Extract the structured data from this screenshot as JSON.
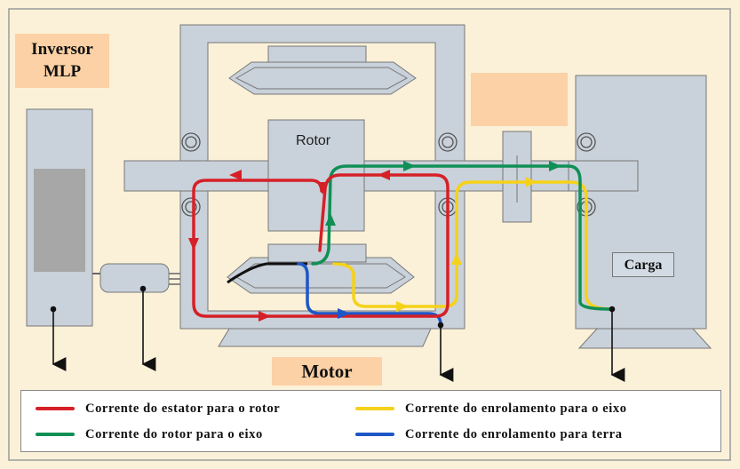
{
  "labels": {
    "inverter_line1": "Inversor",
    "inverter_line2": "MLP",
    "rotor": "Rotor",
    "load": "Carga",
    "motor": "Motor"
  },
  "legend": [
    {
      "text": "Corrente do estator para o rotor",
      "color": "#d62027"
    },
    {
      "text": "Corrente do enrolamento para o eixo",
      "color": "#f5d21a"
    },
    {
      "text": "Corrente do rotor para o eixo",
      "color": "#109056"
    },
    {
      "text": "Corrente do enrolamento para terra",
      "color": "#1d56c7"
    }
  ],
  "colors": {
    "background": "#fbf1d9",
    "machine": "#c9d1da",
    "outline": "#777777",
    "label_box": "#fcd1a5",
    "stator_to_rotor": "#d62027",
    "rotor_to_shaft": "#109056",
    "winding_to_shaft": "#f5d21a",
    "winding_to_ground": "#1d56c7"
  }
}
